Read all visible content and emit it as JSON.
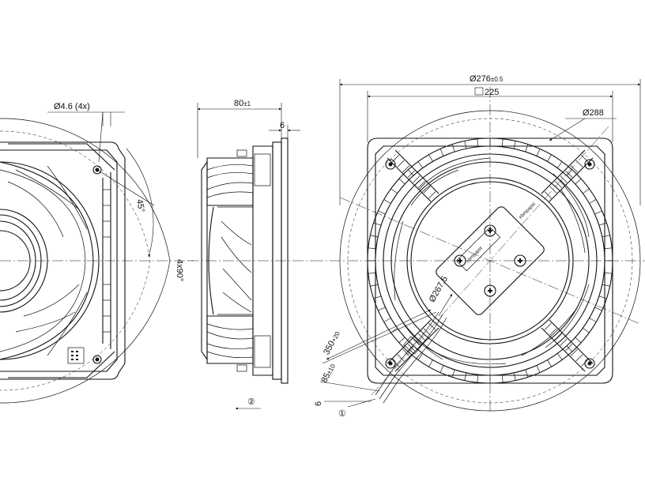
{
  "left_view": {
    "hole_label": "Ø4.6 (4x)",
    "angle_label": "45°",
    "pattern_label": "4x90°"
  },
  "side_view": {
    "depth_main": "80",
    "depth_tol": "±1",
    "flange_label": "6",
    "callout_2": "②"
  },
  "front_view": {
    "outer_dia_main": "Ø276",
    "outer_dia_tol": "±0.5",
    "square_label": "225",
    "ring_dia_label": "Ø288",
    "inner_dia_label": "Ø267.5",
    "cable_length_main": "350",
    "cable_length_tol": "+20",
    "strip_main": "85",
    "strip_tol": "±10",
    "lead_label": "6",
    "callout_1": "①",
    "brand_text": "ebmpapst"
  }
}
